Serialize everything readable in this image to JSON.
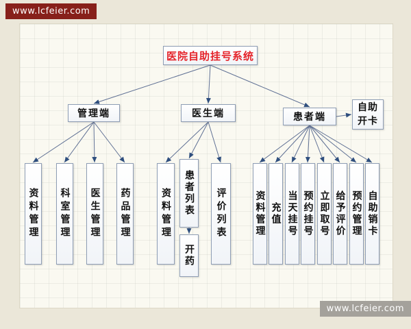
{
  "watermarks": {
    "top": "www.lcfeier.com",
    "bottom": "www.lcfeier.com"
  },
  "diagram": {
    "title": "医院自助挂号系统",
    "title_color": "#e5232a",
    "line_color": "#5f7094",
    "branches": [
      {
        "label": "管理端",
        "children": [
          "资料管理",
          "科室管理",
          "医生管理",
          "药品管理"
        ]
      },
      {
        "label": "医生端",
        "children": [
          "资料管理",
          "患者列表",
          "评价列表"
        ],
        "sub_child": "开药",
        "sub_child_parent": "患者列表"
      },
      {
        "label": "患者端",
        "children": [
          "资料管理",
          "充值",
          "当天挂号",
          "预约挂号",
          "立即取号",
          "给予评价",
          "预约管理",
          "自助销卡"
        ]
      }
    ],
    "side_node": "自助开卡"
  }
}
